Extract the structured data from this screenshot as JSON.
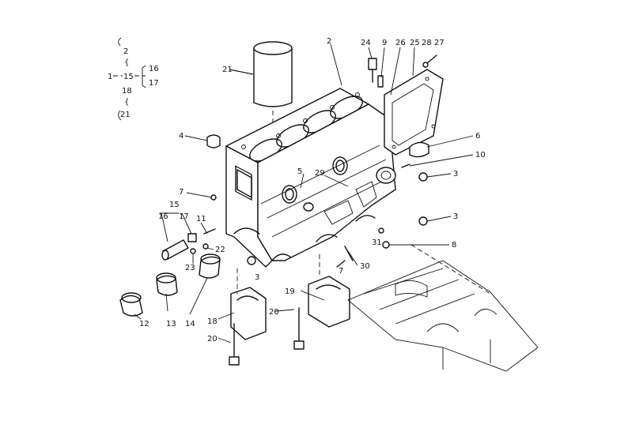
{
  "callouts": {
    "c2": "2",
    "c24": "24",
    "c9": "9",
    "c26": "26",
    "c25": "25",
    "c28": "28",
    "c27": "27",
    "c21": "21",
    "c4": "4",
    "c6": "6",
    "c10": "10",
    "c3a": "3",
    "c3b": "3",
    "c3c": "3",
    "c5": "5",
    "c29": "29",
    "c7a": "7",
    "c7b": "7",
    "c8": "8",
    "c31": "31",
    "c30": "30",
    "c15": "15",
    "c16": "16",
    "c17": "17",
    "c11": "11",
    "c22": "22",
    "c23": "23",
    "c19": "19",
    "c20a": "20",
    "c20b": "20",
    "c18": "18",
    "c12": "12",
    "c13": "13",
    "c14": "14"
  },
  "group_legend": {
    "root": "1",
    "items": [
      "2",
      "15",
      "18",
      "21"
    ],
    "sub": [
      "16",
      "17"
    ]
  }
}
